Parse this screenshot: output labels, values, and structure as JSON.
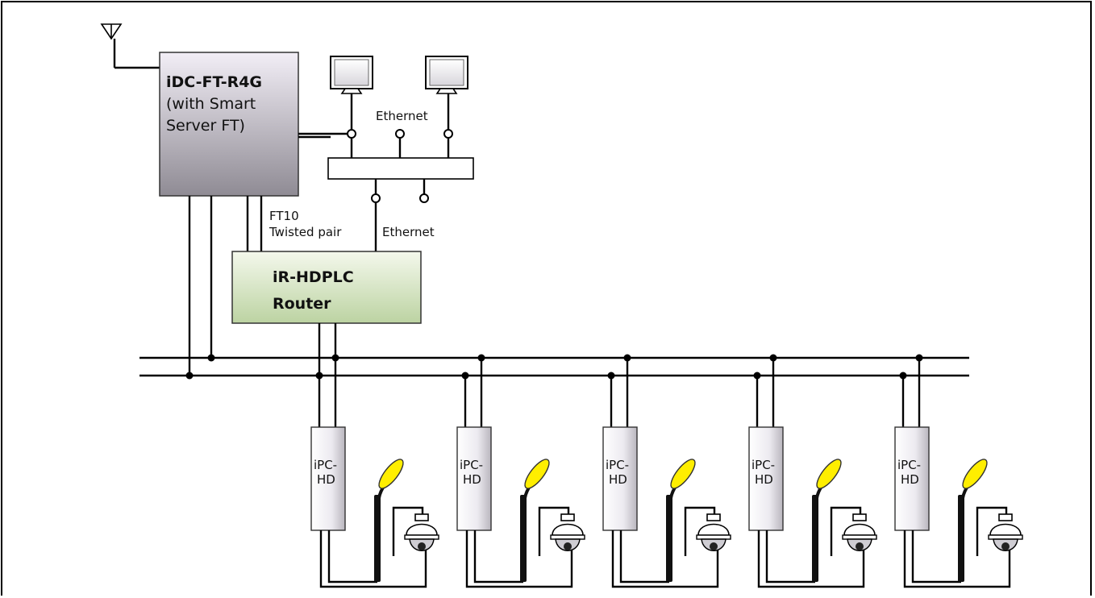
{
  "controller": {
    "title": "iDC-FT-R4G",
    "line2": "(with Smart",
    "line3": "Server FT)"
  },
  "labels": {
    "ethernet_top": "Ethernet",
    "ethernet_bottom": "Ethernet",
    "ft10_line1": "FT10",
    "ft10_line2": "Twisted pair"
  },
  "router": {
    "line1": "iR-HDPLC",
    "line2": "Router"
  },
  "nodes": [
    {
      "line1": "iPC-",
      "line2": "HD"
    },
    {
      "line1": "iPC-",
      "line2": "HD"
    },
    {
      "line1": "iPC-",
      "line2": "HD"
    },
    {
      "line1": "iPC-",
      "line2": "HD"
    },
    {
      "line1": "iPC-",
      "line2": "HD"
    }
  ],
  "colors": {
    "controller_top": "#f2eef6",
    "controller_bottom": "#8f8b94",
    "router_top": "#f4f8ec",
    "router_bottom": "#bcd3a2",
    "lamp": "#ffee00",
    "pole": "#111111"
  },
  "icons": {
    "antenna": "antenna-icon",
    "monitor": "monitor-icon",
    "camera": "dome-camera-icon",
    "lamp": "street-lamp-icon"
  }
}
